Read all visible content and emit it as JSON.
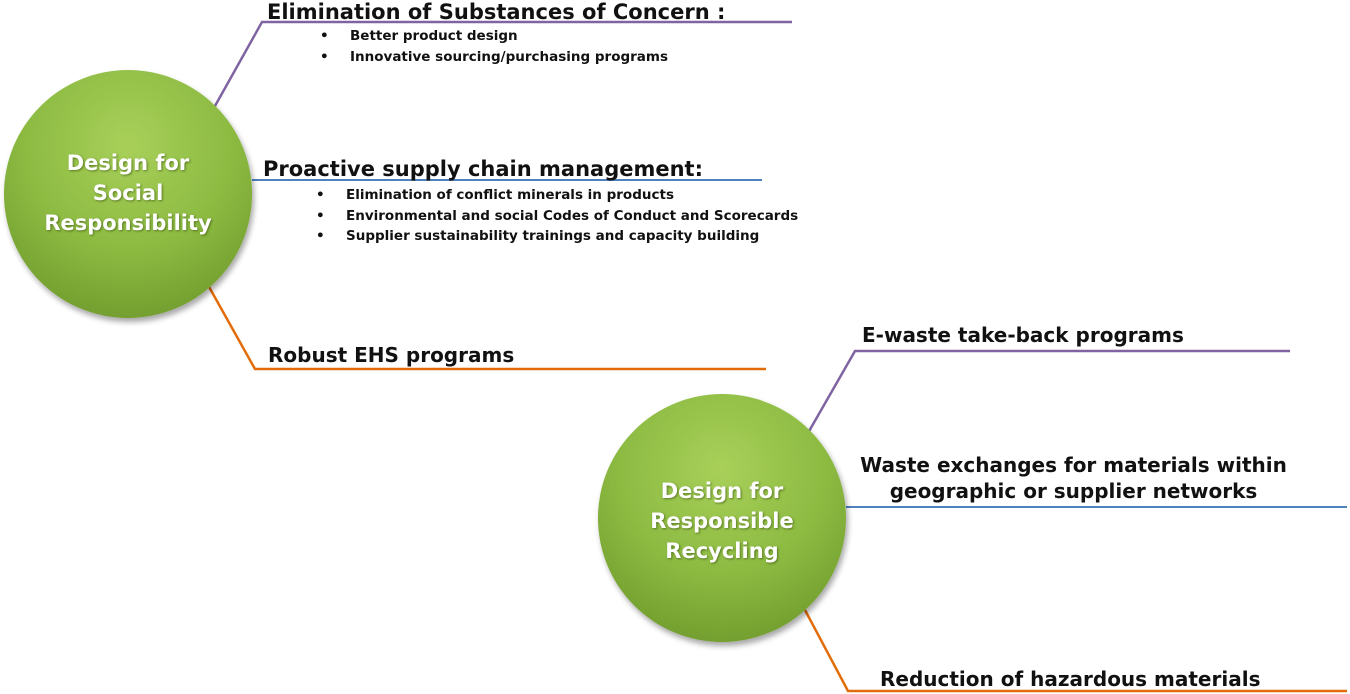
{
  "colors": {
    "purple": "#8064a2",
    "blue": "#4f81bd",
    "orange": "#e36c0a",
    "circle_light": "#a8d05a",
    "circle_dark": "#6f9a2c"
  },
  "social": {
    "title_lines": [
      "Design for",
      "Social",
      "Responsibility"
    ],
    "branches": [
      {
        "heading": "Elimination of Substances of Concern :",
        "bullets": [
          "Better product design",
          "Innovative sourcing/purchasing programs"
        ]
      },
      {
        "heading": "Proactive supply chain management:",
        "bullets": [
          "Elimination of conflict minerals in products",
          "Environmental and social Codes of Conduct and Scorecards",
          "Supplier sustainability trainings and capacity building"
        ]
      },
      {
        "heading": "Robust EHS programs"
      }
    ]
  },
  "recycling": {
    "title_lines": [
      "Design for",
      "Responsible",
      "Recycling"
    ],
    "branches": [
      {
        "heading": "E-waste take-back programs"
      },
      {
        "heading_lines": [
          "Waste exchanges for materials within",
          "geographic or supplier networks"
        ]
      },
      {
        "heading": "Reduction of hazardous materials"
      }
    ]
  }
}
